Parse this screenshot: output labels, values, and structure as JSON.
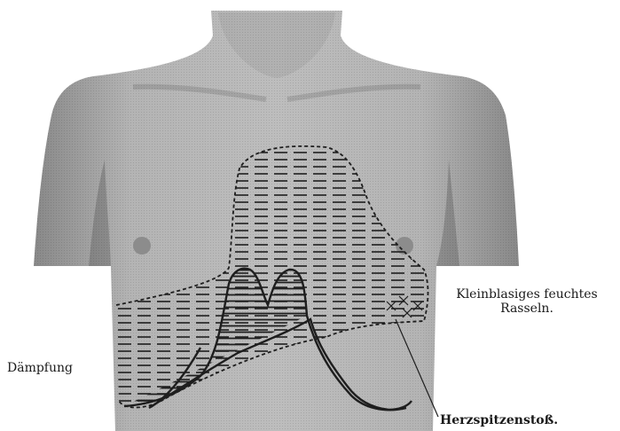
{
  "figure": {
    "subject": "torso-chest-illustration",
    "labels": {
      "rales_line1": "Kleinblasiges feuchtes",
      "rales_line2": "Rasseln.",
      "dullness": "Dämpfung",
      "apex_beat": "Herzspitzenstoß."
    },
    "colors": {
      "skin": "#b9b9b9",
      "skin_shadow": "#8f8f8f",
      "ink": "#1e1e1e",
      "background": "#ffffff"
    }
  }
}
